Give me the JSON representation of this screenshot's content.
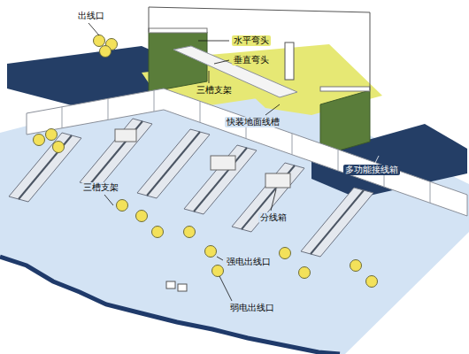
{
  "diagram": {
    "labels": [
      "出线口",
      "水平弯头",
      "垂直弯头",
      "三槽支架",
      "快装地面线槽",
      "多功能接线箱",
      "三槽支架",
      "分线箱",
      "强电出线口",
      "弱电出线口"
    ]
  }
}
